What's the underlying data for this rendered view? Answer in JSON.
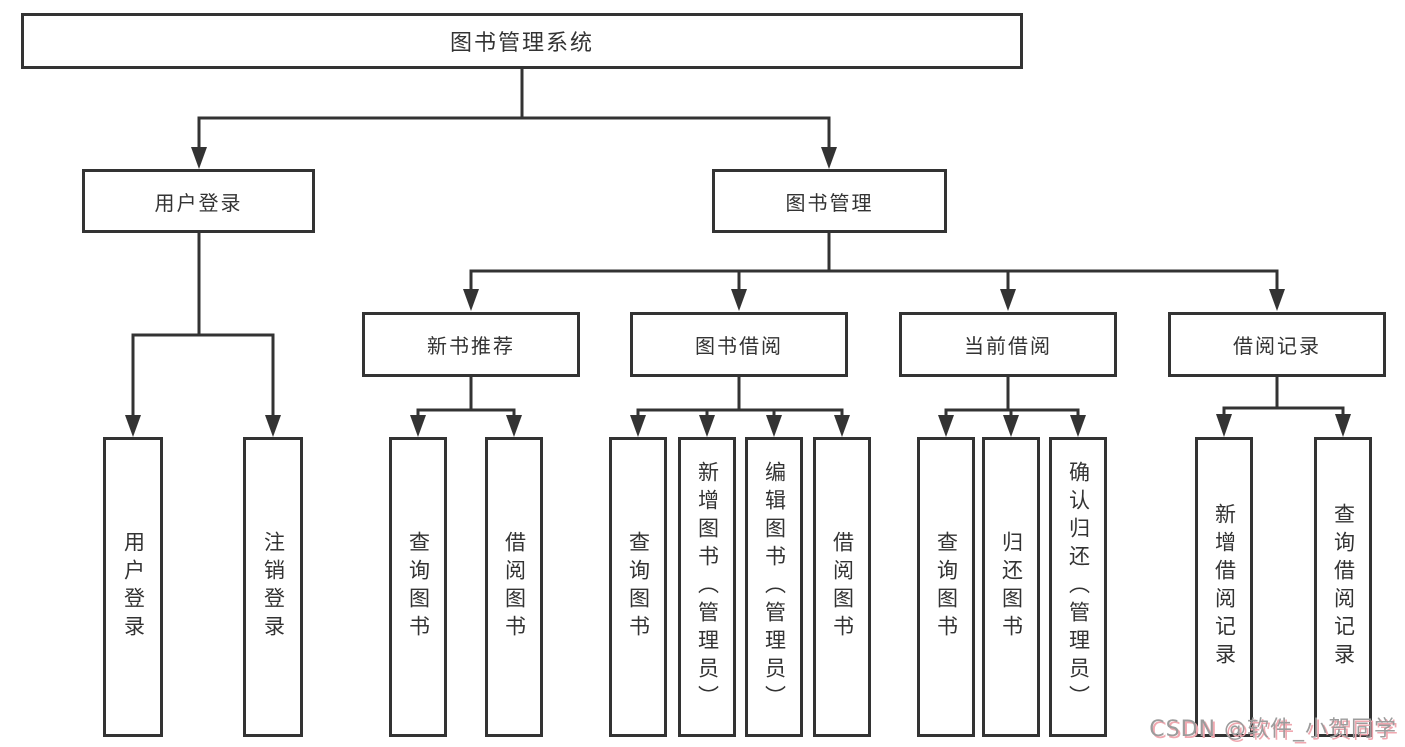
{
  "tree": {
    "root": {
      "label": "图书管理系统"
    },
    "branches": [
      {
        "label": "用户登录",
        "children": [
          {
            "label": "用户登录"
          },
          {
            "label": "注销登录"
          }
        ]
      },
      {
        "label": "图书管理",
        "children": [
          {
            "label": "新书推荐",
            "children": [
              {
                "label": "查询图书"
              },
              {
                "label": "借阅图书"
              }
            ]
          },
          {
            "label": "图书借阅",
            "children": [
              {
                "label": "查询图书"
              },
              {
                "label": "新增图书（管理员）"
              },
              {
                "label": "编辑图书（管理员）"
              },
              {
                "label": "借阅图书"
              }
            ]
          },
          {
            "label": "当前借阅",
            "children": [
              {
                "label": "查询图书"
              },
              {
                "label": "归还图书"
              },
              {
                "label": "确认归还（管理员）"
              }
            ]
          },
          {
            "label": "借阅记录",
            "children": [
              {
                "label": "新增借阅记录"
              },
              {
                "label": "查询借阅记录"
              }
            ]
          }
        ]
      }
    ]
  },
  "watermark": {
    "text": "CSDN @软件_小贺同学"
  },
  "colors": {
    "line": "#333333",
    "box_border": "#333333",
    "text": "#333333",
    "background": "#ffffff",
    "watermark_gray": "#9c9c9c",
    "watermark_pink": "#f0a8b0"
  }
}
